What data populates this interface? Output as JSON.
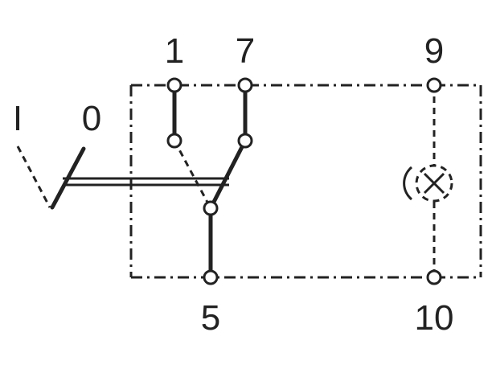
{
  "labels": {
    "terminal_1": "1",
    "terminal_7": "7",
    "terminal_9": "9",
    "terminal_5": "5",
    "terminal_10": "10",
    "position_on": "I",
    "position_off": "0"
  },
  "icons": {
    "lamp": "lamp-icon"
  },
  "colors": {
    "stroke": "#222222",
    "background": "#ffffff"
  }
}
